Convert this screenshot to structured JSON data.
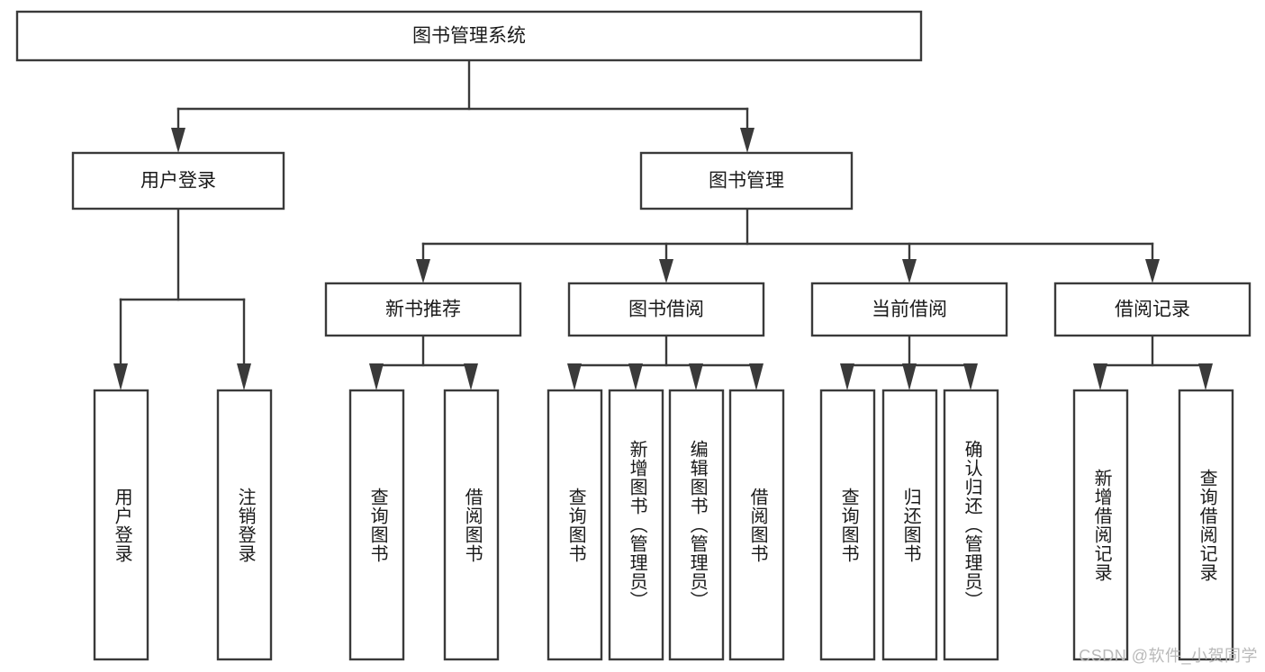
{
  "diagram": {
    "type": "tree-hierarchy",
    "title": "图书管理系统",
    "watermark": "CSDN @软件_小贺同学",
    "root": {
      "id": "root",
      "label": "图书管理系统"
    },
    "level1": [
      {
        "id": "user-login",
        "label": "用户登录"
      },
      {
        "id": "book-manage",
        "label": "图书管理"
      }
    ],
    "level2": [
      {
        "id": "new-book-rec",
        "label": "新书推荐",
        "parent": "book-manage"
      },
      {
        "id": "book-borrow",
        "label": "图书借阅",
        "parent": "book-manage"
      },
      {
        "id": "current-borrow",
        "label": "当前借阅",
        "parent": "book-manage"
      },
      {
        "id": "borrow-record",
        "label": "借阅记录",
        "parent": "book-manage"
      }
    ],
    "leaves": [
      {
        "id": "leaf-user-login",
        "label": "用户登录",
        "parent": "user-login"
      },
      {
        "id": "leaf-logout",
        "label": "注销登录",
        "parent": "user-login"
      },
      {
        "id": "leaf-query-book-1",
        "label": "查询图书",
        "parent": "new-book-rec"
      },
      {
        "id": "leaf-borrow-book-1",
        "label": "借阅图书",
        "parent": "new-book-rec"
      },
      {
        "id": "leaf-query-book-2",
        "label": "查询图书",
        "parent": "book-borrow"
      },
      {
        "id": "leaf-add-book",
        "label": "新增图书（管理员）",
        "parent": "book-borrow"
      },
      {
        "id": "leaf-edit-book",
        "label": "编辑图书（管理员）",
        "parent": "book-borrow"
      },
      {
        "id": "leaf-borrow-book-2",
        "label": "借阅图书",
        "parent": "book-borrow"
      },
      {
        "id": "leaf-query-book-3",
        "label": "查询图书",
        "parent": "current-borrow"
      },
      {
        "id": "leaf-return-book",
        "label": "归还图书",
        "parent": "current-borrow"
      },
      {
        "id": "leaf-confirm-return",
        "label": "确认归还（管理员）",
        "parent": "current-borrow"
      },
      {
        "id": "leaf-add-record",
        "label": "新增借阅记录",
        "parent": "borrow-record"
      },
      {
        "id": "leaf-query-record",
        "label": "查询借阅记录",
        "parent": "borrow-record"
      }
    ],
    "colors": {
      "box_fill": "#ffffff",
      "box_stroke": "#3a3a3a",
      "text": "#1a1a1a",
      "watermark": "#b9b9b9",
      "background": "#ffffff"
    }
  }
}
